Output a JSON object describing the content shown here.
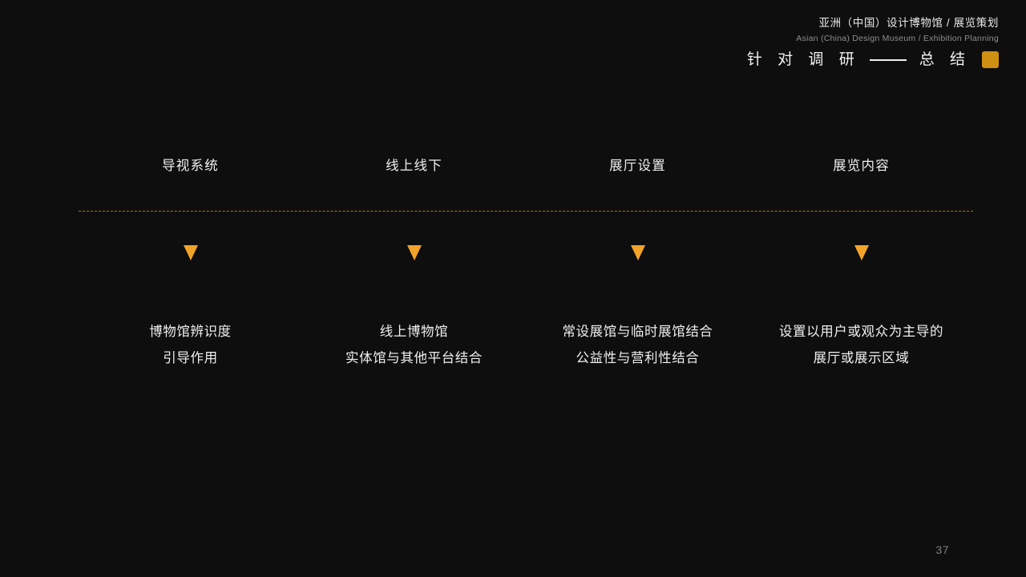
{
  "page": {
    "background_color": "#0e0e0e",
    "accent_color": "#cf8f12",
    "arrow_color": "#f2a32a",
    "divider_color": "#a8791c",
    "page_number": "37"
  },
  "header": {
    "org_cn": "亚洲（中国）设计博物馆 / 展览策划",
    "org_en": "Asian (China) Design Museum / Exhibition Planning",
    "title_prefix": "针 对 调 研",
    "title_suffix": "总 结",
    "swatch_name": "gold-square-swatch"
  },
  "columns": [
    {
      "heading": "导视系统",
      "marker": "down-triangle",
      "lines": [
        "博物馆辨识度",
        "引导作用"
      ]
    },
    {
      "heading": "线上线下",
      "marker": "down-triangle",
      "lines": [
        "线上博物馆",
        "实体馆与其他平台结合"
      ]
    },
    {
      "heading": "展厅设置",
      "marker": "down-triangle",
      "lines": [
        "常设展馆与临时展馆结合",
        "公益性与营利性结合"
      ]
    },
    {
      "heading": "展览内容",
      "marker": "down-triangle",
      "lines": [
        "设置以用户或观众为主导的",
        "展厅或展示区域"
      ]
    }
  ]
}
